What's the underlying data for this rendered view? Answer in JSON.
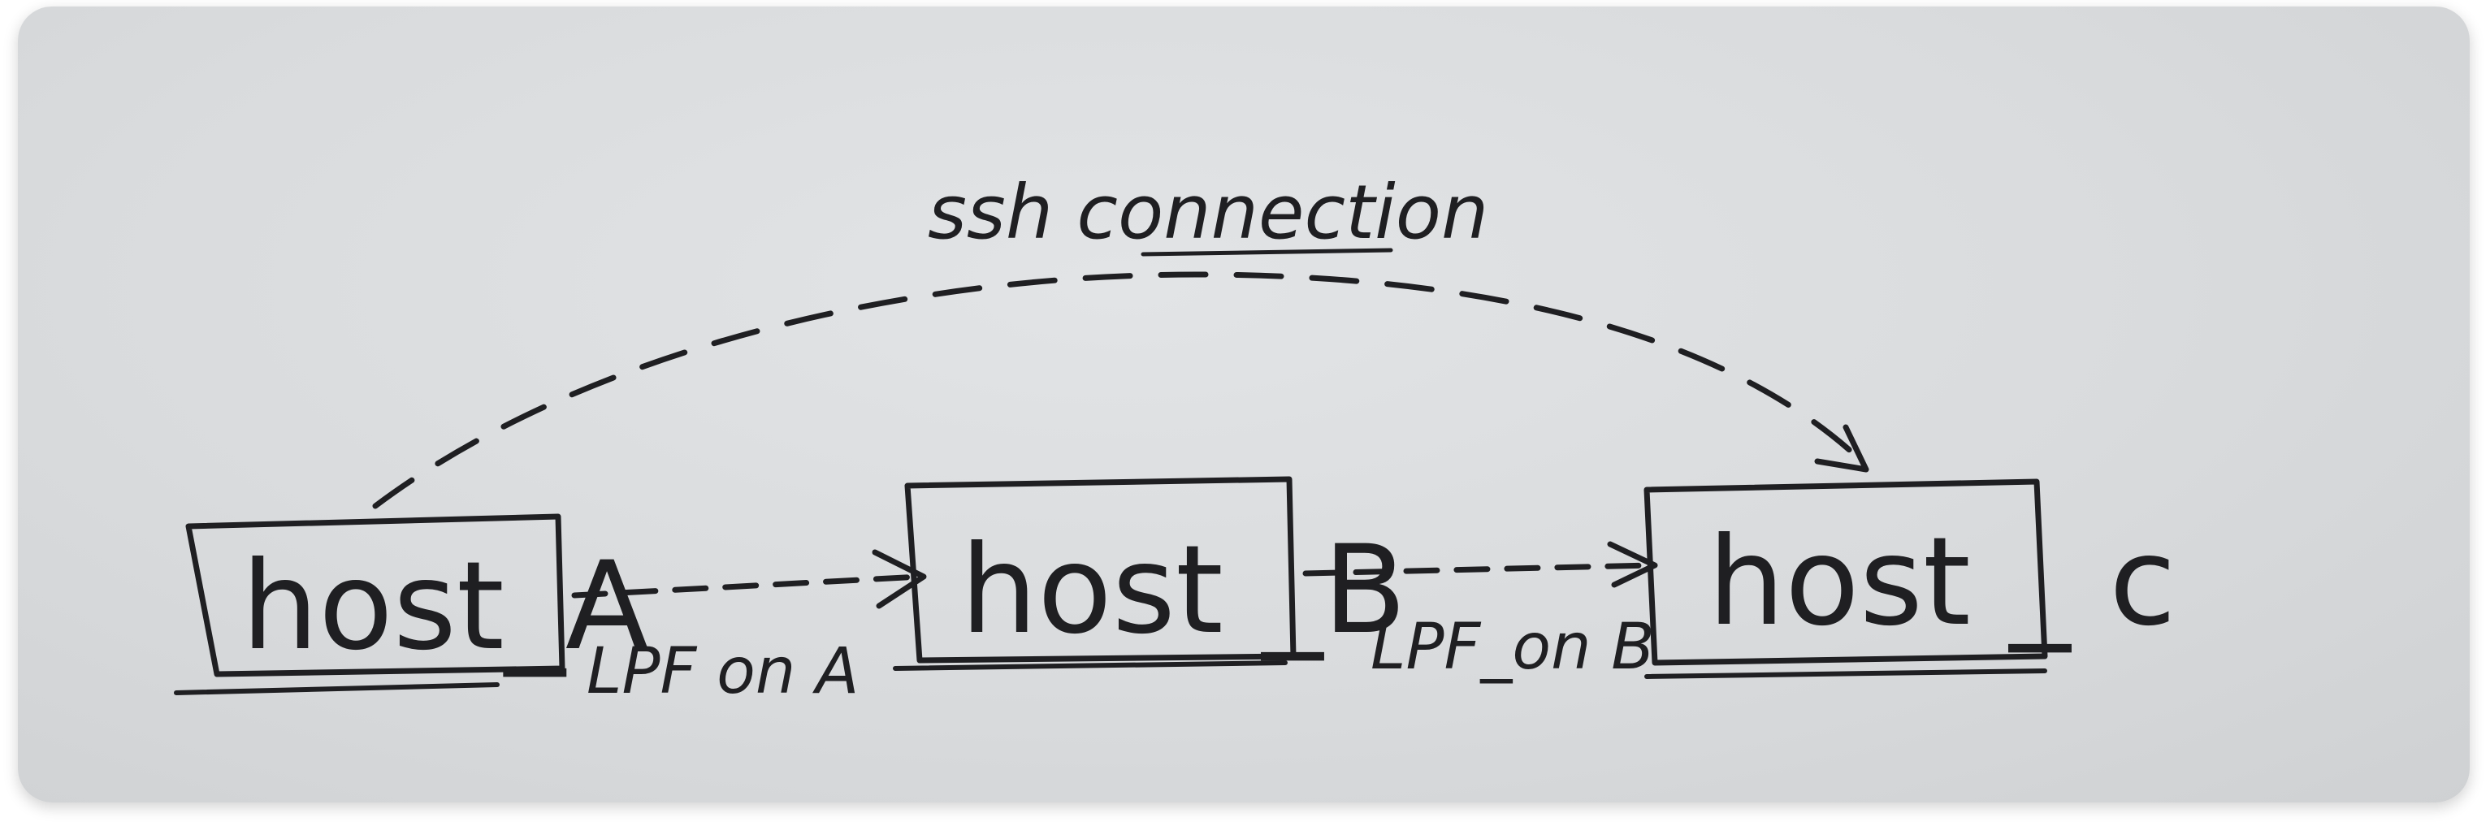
{
  "diagram": {
    "title": "ssh connection",
    "nodes": [
      {
        "id": "host_A",
        "label": "host_A"
      },
      {
        "id": "host_B",
        "label": "host _B"
      },
      {
        "id": "host_C",
        "label": "host _ c"
      }
    ],
    "edges": [
      {
        "from": "host_A",
        "to": "host_C",
        "label": "ssh connection",
        "style": "dashed-arc"
      },
      {
        "from": "host_A",
        "to": "host_B",
        "label": "LPF on A",
        "style": "dashed-arrow"
      },
      {
        "from": "host_B",
        "to": "host_C",
        "label": "LPF_on B",
        "style": "dashed-arrow"
      }
    ],
    "colors": {
      "paper": "#dcdee0",
      "ink": "#1f1f22"
    }
  }
}
